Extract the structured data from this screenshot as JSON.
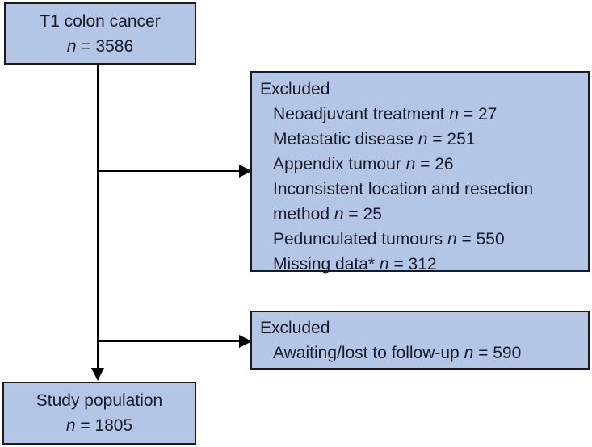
{
  "figure": {
    "type": "study-flow-diagram",
    "colors": {
      "box_fill": "#b4c6e5",
      "box_border": "#1a1a1a",
      "text": "#191a2d",
      "arrow": "#000000",
      "background": "#ffffff"
    },
    "symbols": {
      "n": "n",
      "eq": "="
    },
    "boxes": {
      "t1": {
        "title": "T1 colon cancer",
        "count": "3586"
      },
      "excluded1": {
        "heading": "Excluded",
        "items": [
          {
            "label": "Neoadjuvant treatment",
            "count": "27"
          },
          {
            "label": "Metastatic disease",
            "count": "251"
          },
          {
            "label": "Appendix tumour",
            "count": "26"
          },
          {
            "label": "Inconsistent location and resection method",
            "count": "25"
          },
          {
            "label": "Pedunculated tumours",
            "count": "550"
          },
          {
            "label": "Missing data*",
            "count": "312"
          }
        ]
      },
      "excluded2": {
        "heading": "Excluded",
        "items": [
          {
            "label": "Awaiting/lost to follow-up",
            "count": "590"
          }
        ]
      },
      "study": {
        "title": "Study population",
        "count": "1805"
      }
    }
  }
}
